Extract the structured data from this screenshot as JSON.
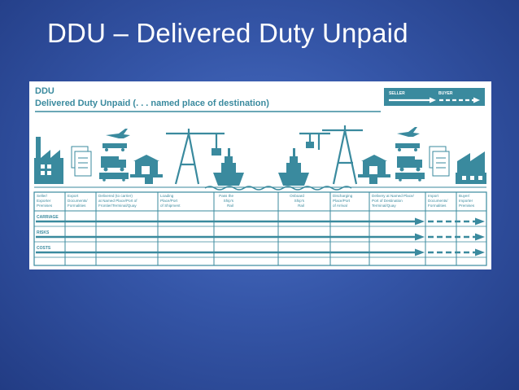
{
  "slide": {
    "title": "DDU – Delivered Duty Unpaid"
  },
  "diagram": {
    "code": "DDU",
    "subtitle": "Delivered Duty Unpaid (. . . named place of destination)",
    "legend": {
      "seller": "SELLER",
      "buyer": "BUYER"
    },
    "columns": [
      [
        "Seller/",
        "Exporter",
        "Premises"
      ],
      [
        "Export",
        "Documents/",
        "Formalities"
      ],
      [
        "Delivered (to carrier)",
        "at Named Place/Port of",
        "Frontier/Terminal/Quay"
      ],
      [
        "Loading",
        "Place/Port",
        "of Shipment"
      ],
      [
        "Pass the",
        "Ship's",
        "Rail"
      ],
      [
        "Onboard",
        "Ship's",
        "Rail"
      ],
      [
        "Discharging",
        "Place/Port",
        "of Arrival"
      ],
      [
        "Delivery at Named Place/",
        "Port of Destination",
        "Terminal/Quay"
      ],
      [
        "Import",
        "Documents/",
        "Formalities"
      ],
      [
        "Buyer/",
        "Importer",
        "Premises"
      ]
    ],
    "rows": [
      "CARRIAGE",
      "RISKS",
      "COSTS"
    ],
    "colors": {
      "teal": "#3a8a9e",
      "panel": "#ffffff"
    },
    "icons": [
      "factory-icon",
      "documents-icon",
      "truck-icon",
      "warehouse-icon",
      "crane-icon",
      "ship-icon",
      "crane-icon",
      "ship-icon",
      "crane-icon",
      "warehouse-icon",
      "truck-icon",
      "documents-icon",
      "factory-icon"
    ]
  }
}
